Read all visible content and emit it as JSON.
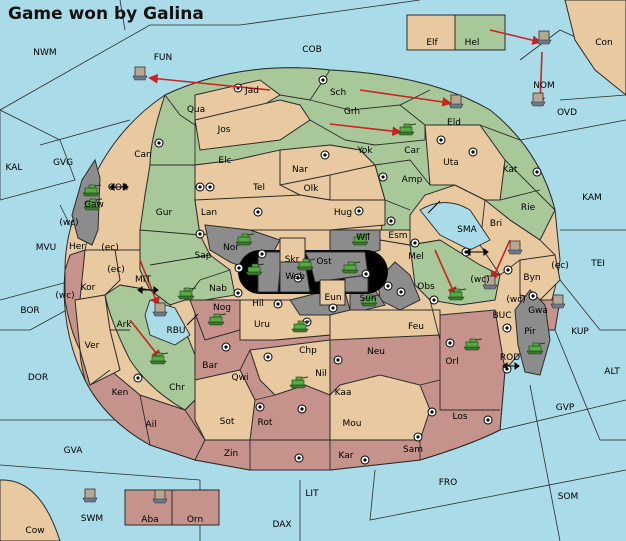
{
  "title": "Game won by Galina",
  "colors": {
    "sea": "#a9dbe8",
    "green": "#a9c899",
    "tan": "#e8c9a0",
    "red": "#c5938b",
    "neutral": "#e8c9a0",
    "grey": "#8c8c8c",
    "order_arrow": "#cc2222",
    "army": "#55aa44",
    "fleet": "#6a7a8a"
  },
  "sea_labels": [
    "NWM",
    "FUN",
    "COB",
    "Con",
    "NOM",
    "OVD",
    "KAL",
    "GVG",
    "GOR",
    "KAM",
    "SMA",
    "MVU",
    "TEI",
    "MIT",
    "BOR",
    "RBU",
    "BUC",
    "KUP",
    "DOR",
    "ROD",
    "ALT",
    "GVP",
    "GVA",
    "FRO",
    "SOM",
    "LIT",
    "SWM",
    "DAX",
    "Cow"
  ],
  "coast_labels": [
    "(wc)",
    "(ec)",
    "(ec)",
    "(wc)",
    "(wc)",
    "(wc)",
    "(ec)"
  ],
  "land_labels": [
    "Elf",
    "Hel",
    "Jad",
    "Sch",
    "Qua",
    "Grh",
    "Eld",
    "Jos",
    "Can",
    "Yok",
    "Car",
    "Elc",
    "Nar",
    "Uta",
    "Kat",
    "Tel",
    "Olk",
    "Amp",
    "Gaw",
    "Gur",
    "Lan",
    "Hug",
    "Rie",
    "Bri",
    "Wil",
    "Esm",
    "Her",
    "Nor",
    "Skr",
    "Ost",
    "Sap",
    "Web",
    "Mel",
    "Byn",
    "Kor",
    "Nab",
    "Eun",
    "Sun",
    "Obs",
    "Hil",
    "Nog",
    "Gwa",
    "Ark",
    "Uru",
    "Feu",
    "Pir",
    "Ver",
    "Chp",
    "Neu",
    "Orl",
    "Bar",
    "Qwi",
    "Nil",
    "Chr",
    "Ken",
    "Kaa",
    "Los",
    "Sot",
    "Rot",
    "Mou",
    "Ail",
    "Zin",
    "Kar",
    "Sam",
    "Aba",
    "Orn"
  ]
}
